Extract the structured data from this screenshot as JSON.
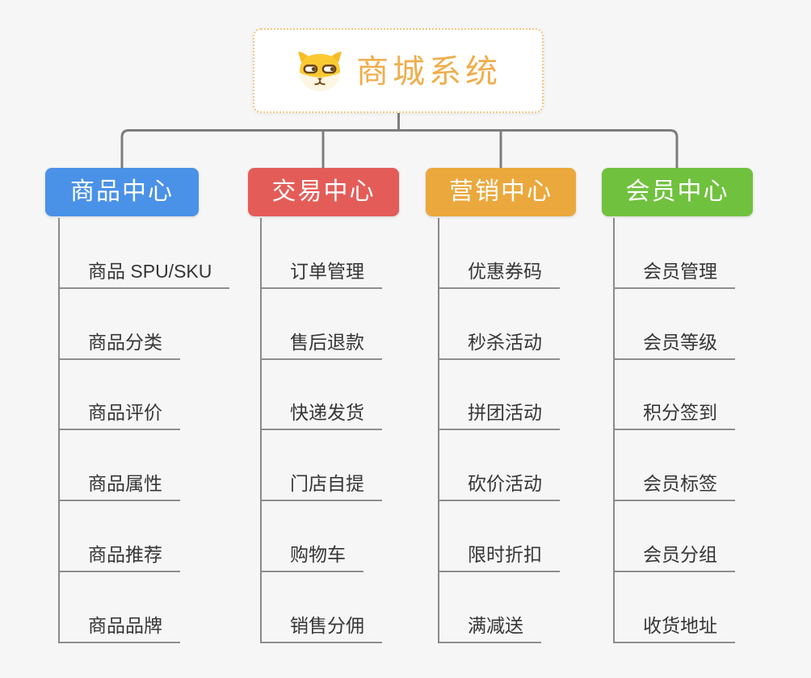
{
  "canvas": {
    "background": "#f6f6f6",
    "connector_color": "#7d7d7d",
    "leaf_line_color": "#8e8e8e"
  },
  "root": {
    "title": "商城系统",
    "icon": "dog-face-icon",
    "text_color": "#efae4d",
    "border_color": "#f0c784",
    "background": "#ffffff"
  },
  "branches": [
    {
      "id": "product-center",
      "label": "商品中心",
      "color": "#4a91e8",
      "children": [
        "商品 SPU/SKU",
        "商品分类",
        "商品评价",
        "商品属性",
        "商品推荐",
        "商品品牌"
      ]
    },
    {
      "id": "trade-center",
      "label": "交易中心",
      "color": "#e45c58",
      "children": [
        "订单管理",
        "售后退款",
        "快递发货",
        "门店自提",
        "购物车",
        "销售分佣"
      ]
    },
    {
      "id": "marketing-center",
      "label": "营销中心",
      "color": "#eba83c",
      "children": [
        "优惠券码",
        "秒杀活动",
        "拼团活动",
        "砍价活动",
        "限时折扣",
        "满减送"
      ]
    },
    {
      "id": "member-center",
      "label": "会员中心",
      "color": "#70c13e",
      "children": [
        "会员管理",
        "会员等级",
        "积分签到",
        "会员标签",
        "会员分组",
        "收货地址"
      ]
    }
  ]
}
